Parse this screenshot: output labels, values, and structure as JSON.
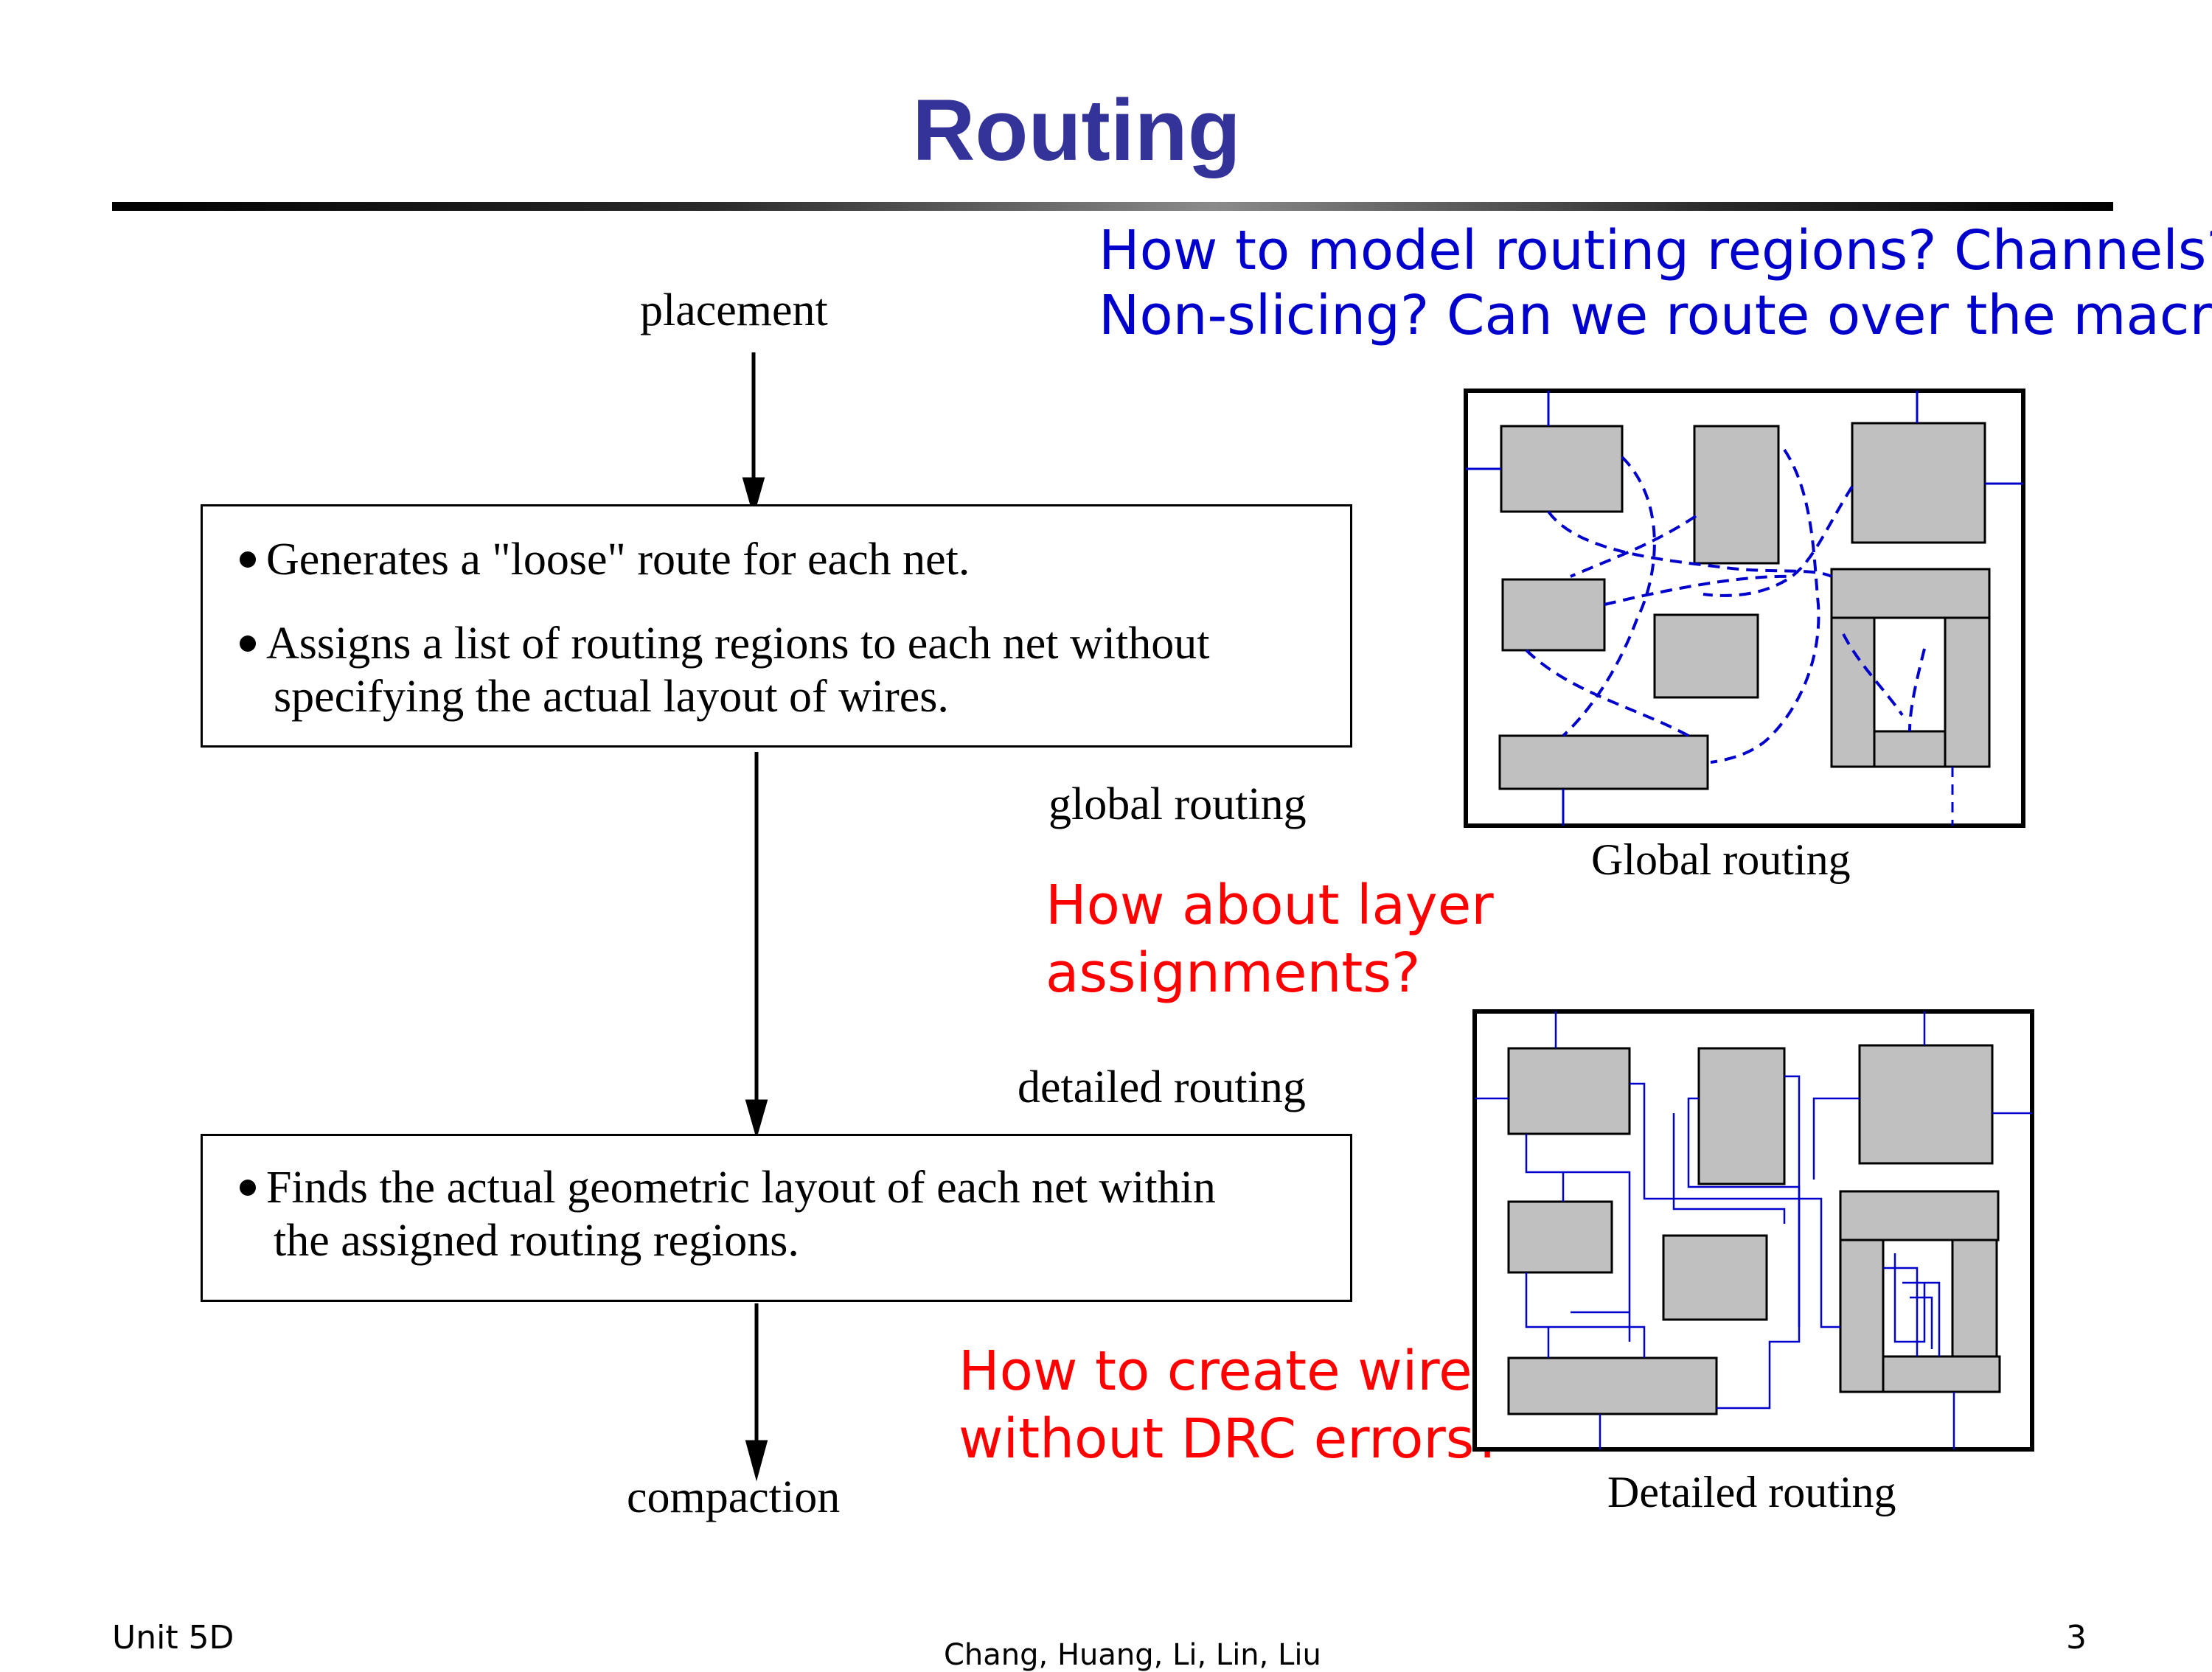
{
  "title": "Routing",
  "questions": {
    "model_line1": "How to model routing regions? Channels?",
    "model_line2": "Non-slicing? Can we route over the macros?",
    "layer_line1": "How about layer",
    "layer_line2": "assignments?",
    "drc_line1": "How to create wires",
    "drc_line2": "without DRC errors?"
  },
  "flow": {
    "placement": "placement",
    "global_routing": "global routing",
    "detailed_routing": "detailed routing",
    "compaction": "compaction",
    "global_box": {
      "bullet1": "Generates a \"loose\" route for each net.",
      "bullet2_line1": "Assigns a list of routing regions to each net without",
      "bullet2_line2": "specifying the actual layout of wires."
    },
    "detailed_box": {
      "bullet1_line1": "Finds the actual geometric layout of each net within",
      "bullet1_line2": "the assigned routing regions."
    }
  },
  "figures": {
    "global_caption": "Global routing",
    "detailed_caption": "Detailed routing"
  },
  "colors": {
    "title": "#333399",
    "question_blue": "#0000cc",
    "question_red": "#ff0000",
    "block_fill": "#c0c0c0",
    "wire": "#0000cc"
  },
  "footer": {
    "left": "Unit 5D",
    "center": "Chang, Huang, Li, Lin, Liu",
    "page": "3"
  }
}
